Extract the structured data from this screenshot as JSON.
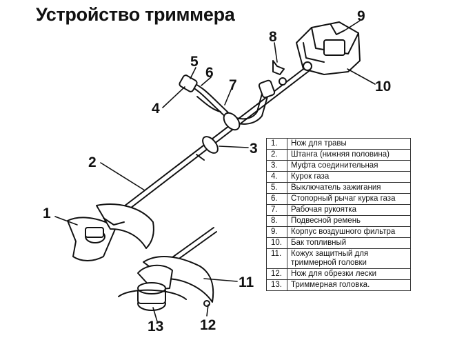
{
  "title": "Устройство триммера",
  "callouts": [
    "1",
    "2",
    "3",
    "4",
    "5",
    "6",
    "7",
    "8",
    "9",
    "10",
    "11",
    "12",
    "13"
  ],
  "legend": [
    {
      "num": "1.",
      "text": "Нож для травы"
    },
    {
      "num": "2.",
      "text": "Штанга (нижняя половина)"
    },
    {
      "num": "3.",
      "text": "Муфта соединительная"
    },
    {
      "num": "4.",
      "text": "Курок газа"
    },
    {
      "num": "5.",
      "text": "Выключатель зажигания"
    },
    {
      "num": "6.",
      "text": "Стопорный рычаг курка газа"
    },
    {
      "num": "7.",
      "text": "Рабочая рукоятка"
    },
    {
      "num": "8.",
      "text": "Подвесной ремень"
    },
    {
      "num": "9.",
      "text": "Корпус воздушного фильтра"
    },
    {
      "num": "10.",
      "text": "Бак топливный"
    },
    {
      "num": "11.",
      "text": "Кожух защитный для триммерной головки"
    },
    {
      "num": "12.",
      "text": "Нож для обрезки лески"
    },
    {
      "num": "13.",
      "text": "Триммерная головка."
    }
  ]
}
